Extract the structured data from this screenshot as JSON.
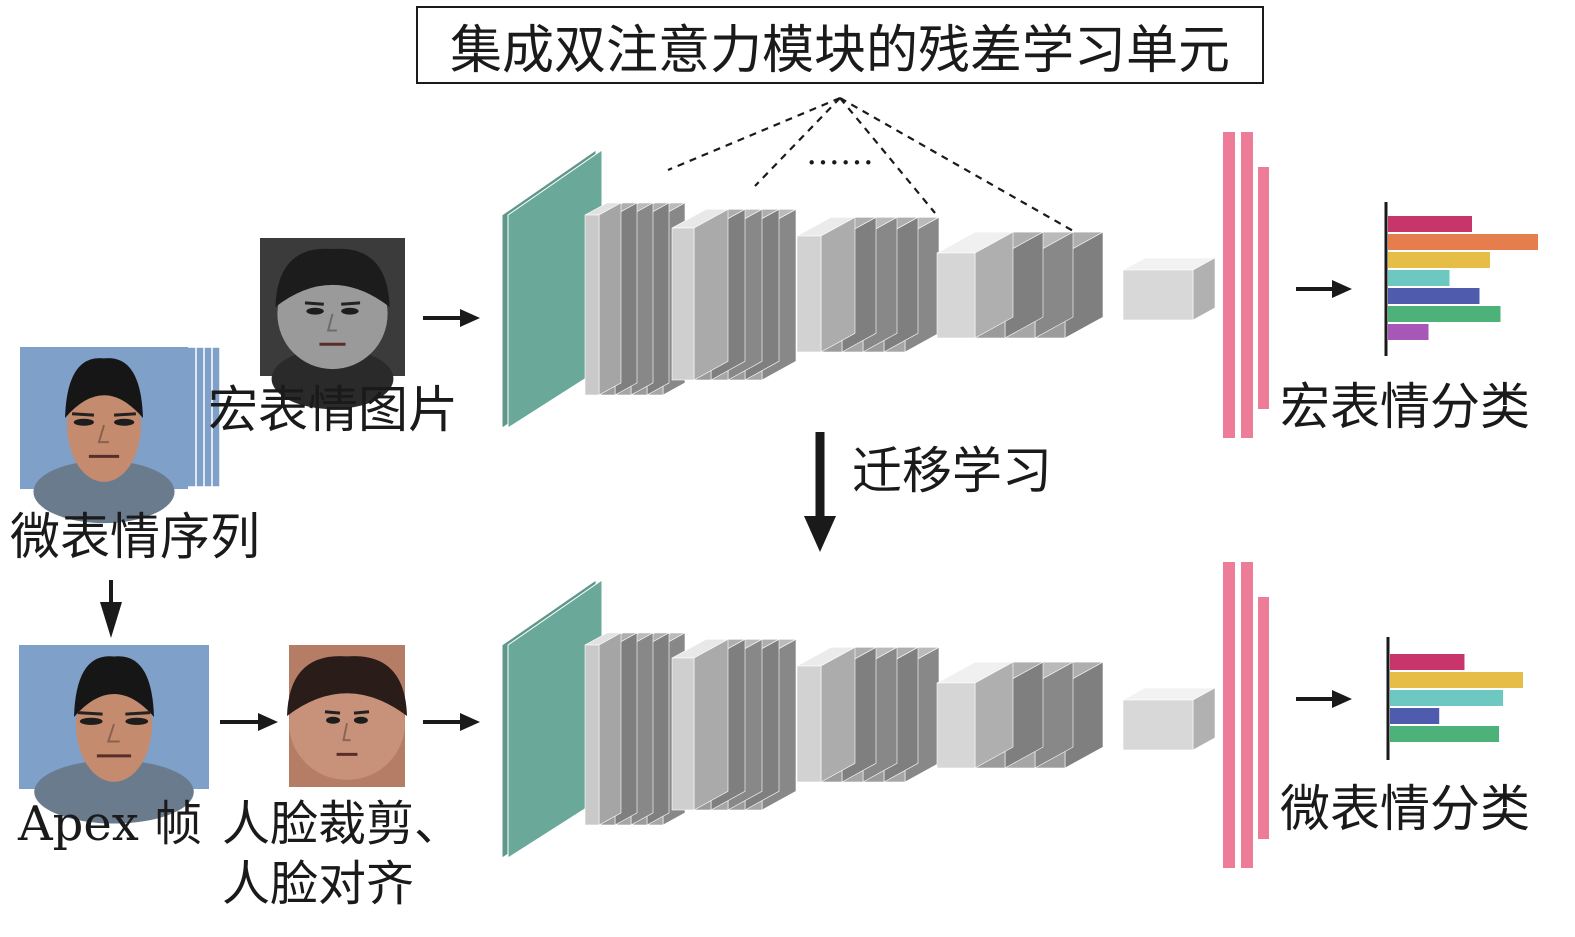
{
  "diagram": {
    "title": "集成双注意力模块的残差学习单元",
    "ellipsis": "……",
    "transfer_label": "迁移学习",
    "inputs": {
      "macro_image_label": "宏表情图片",
      "micro_sequence_label": "微表情序列",
      "apex_label": "Apex 帧",
      "crop_label_line1": "人脸裁剪、",
      "crop_label_line2": "人脸对齐"
    },
    "outputs": {
      "macro_label": "宏表情分类",
      "micro_label": "微表情分类"
    },
    "macro_bars": {
      "values": [
        0.56,
        1.0,
        0.68,
        0.41,
        0.61,
        0.75,
        0.27
      ],
      "colors": [
        "#c8356a",
        "#e57d4c",
        "#e6bd47",
        "#6dc8c2",
        "#4f5cae",
        "#4db27a",
        "#a757b8"
      ]
    },
    "micro_bars": {
      "values": [
        0.56,
        1.0,
        0.85,
        0.37,
        0.82
      ],
      "colors": [
        "#c8356a",
        "#e6bd47",
        "#6dc8c2",
        "#4f5cae",
        "#4db27a"
      ]
    },
    "colors": {
      "first_layer": "#6aa89a",
      "fc_layers": "#ec7c98",
      "blocks": "#9e9e9e",
      "arrows": "#1a1a1a"
    }
  }
}
